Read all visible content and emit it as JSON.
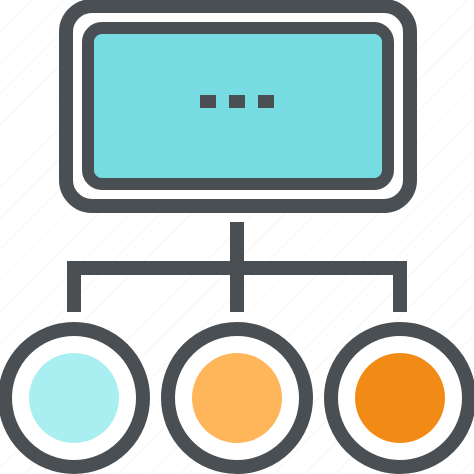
{
  "icon": {
    "name": "hierarchy-network-icon",
    "colors": {
      "outline": "#4a4f53",
      "screen_fill": "#76dce2",
      "screen_highlight": "#ffffff",
      "node_left_fill": "#a9eef0",
      "node_middle_fill": "#ffb55a",
      "node_right_fill": "#f28b16",
      "background": "#ffffff"
    },
    "parts": {
      "monitor": "monitor-icon",
      "connector": "tree-connector-lines",
      "child_nodes": [
        "node-circle-left",
        "node-circle-middle",
        "node-circle-right"
      ],
      "dots": "ellipsis-dots"
    }
  }
}
